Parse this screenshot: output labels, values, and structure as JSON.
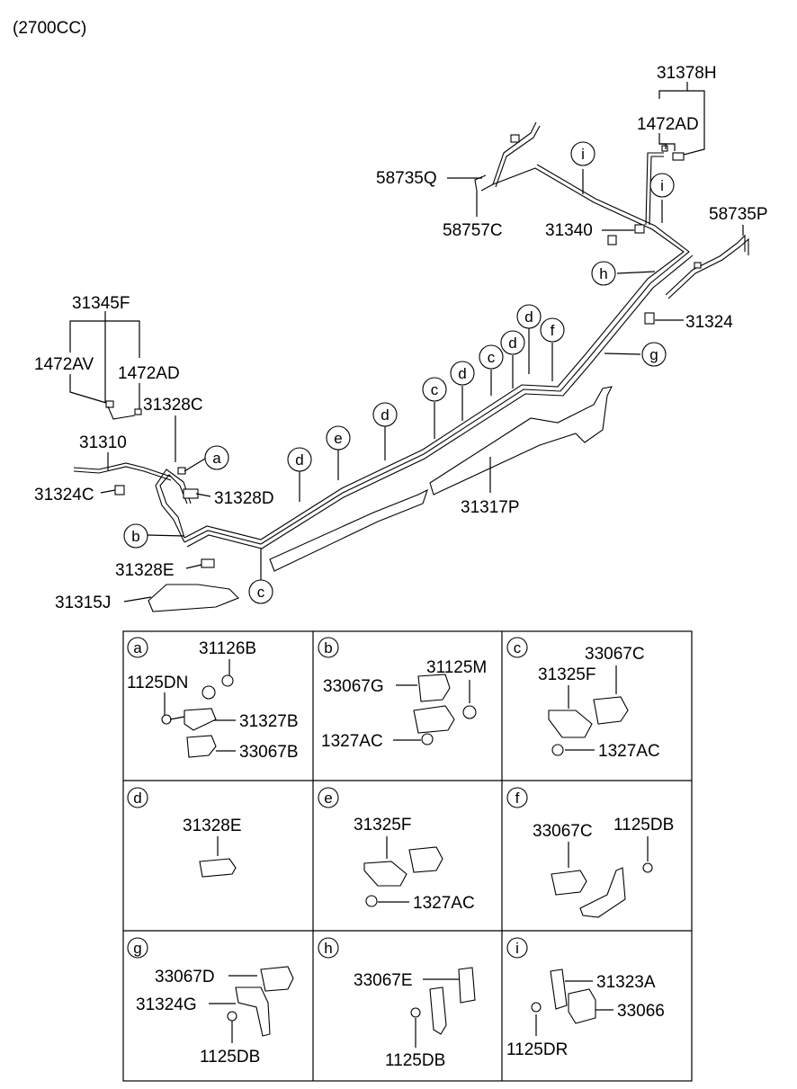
{
  "header": {
    "engine_label": "(2700CC)"
  },
  "callouts": {
    "h31378H": "31378H",
    "h1472AD_top": "1472AD",
    "h58735Q": "58735Q",
    "h58757C": "58757C",
    "h31340": "31340",
    "h58735P": "58735P",
    "h31324": "31324",
    "h31345F": "31345F",
    "h1472AV": "1472AV",
    "h1472AD_left": "1472AD",
    "h31328C": "31328C",
    "h31310": "31310",
    "h31324C": "31324C",
    "h31328D": "31328D",
    "h31328E": "31328E",
    "h31315J": "31315J",
    "h31317P": "31317P"
  },
  "circle_letters": {
    "a": "a",
    "b": "b",
    "c": "c",
    "d": "d",
    "e": "e",
    "f": "f",
    "g": "g",
    "h": "h",
    "i": "i"
  },
  "detail_cells": {
    "a": {
      "letter": "a",
      "parts": [
        "31126B",
        "1125DN",
        "31327B",
        "33067B"
      ]
    },
    "b": {
      "letter": "b",
      "parts": [
        "31125M",
        "33067G",
        "1327AC"
      ]
    },
    "c": {
      "letter": "c",
      "parts": [
        "33067C",
        "31325F",
        "1327AC"
      ]
    },
    "d": {
      "letter": "d",
      "parts": [
        "31328E"
      ]
    },
    "e": {
      "letter": "e",
      "parts": [
        "31325F",
        "1327AC"
      ]
    },
    "f": {
      "letter": "f",
      "parts": [
        "33067C",
        "1125DB"
      ]
    },
    "g": {
      "letter": "g",
      "parts": [
        "33067D",
        "31324G",
        "1125DB"
      ]
    },
    "h": {
      "letter": "h",
      "parts": [
        "33067E",
        "1125DB"
      ]
    },
    "i": {
      "letter": "i",
      "parts": [
        "31323A",
        "33066",
        "1125DR"
      ]
    }
  }
}
